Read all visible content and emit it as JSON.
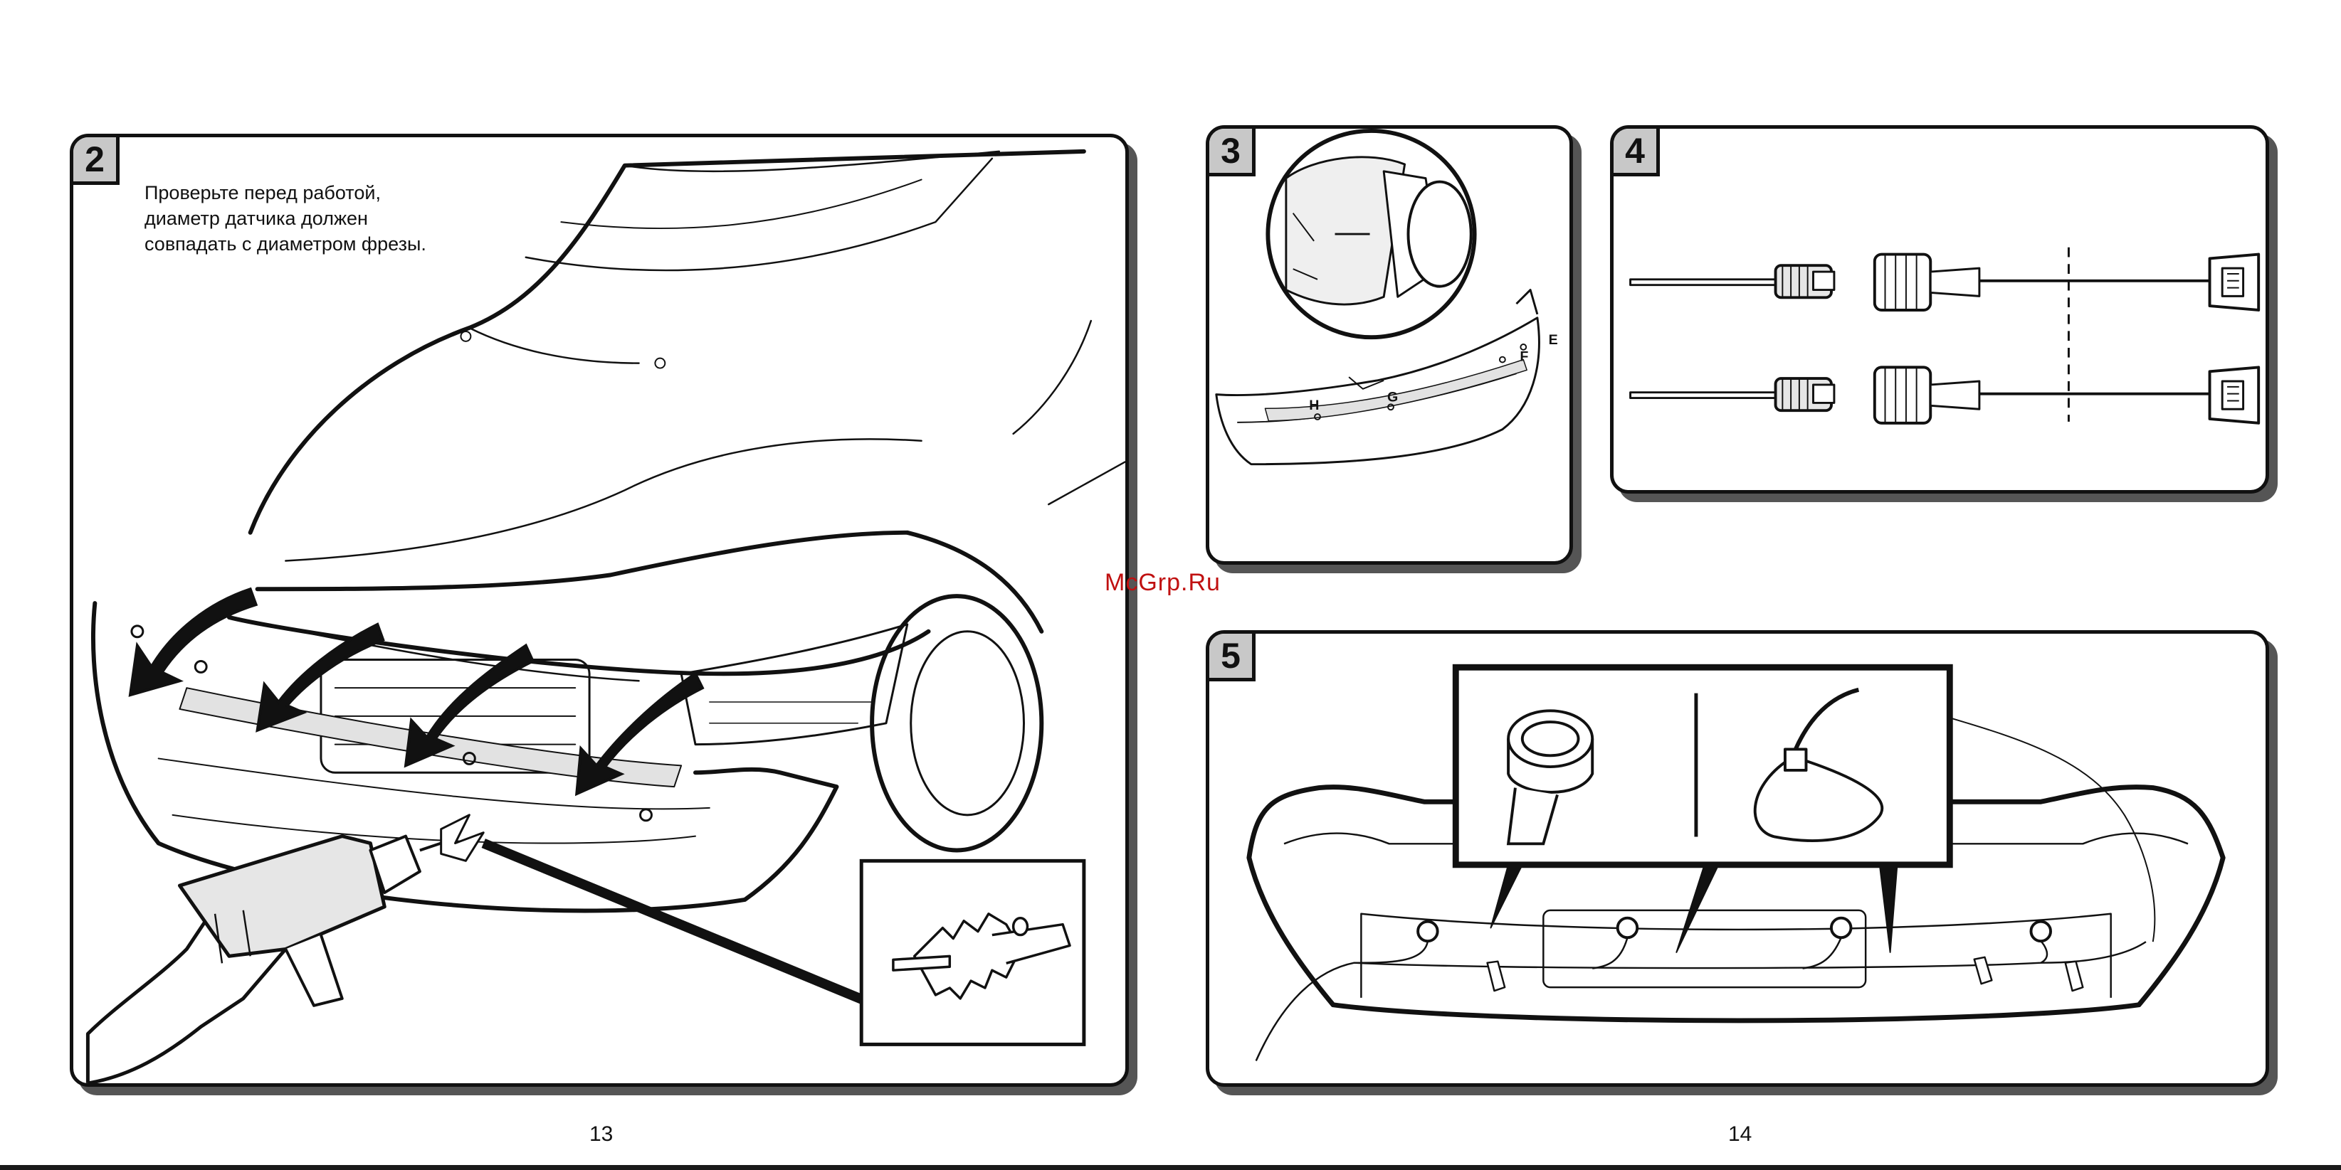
{
  "steps": [
    {
      "number": "2",
      "note": "Проверьте перед работой,\nдиаметр датчика должен\nсовпадать с диаметром фрезы."
    },
    {
      "number": "3",
      "sensor_labels": [
        "E",
        "F",
        "G",
        "H"
      ]
    },
    {
      "number": "4"
    },
    {
      "number": "5"
    }
  ],
  "watermark": "McGrp.Ru",
  "pages": {
    "left": "13",
    "right": "14"
  },
  "icons": {
    "step2": [
      "car-front-icon",
      "drill-icon",
      "hole-saw-icon",
      "arrow-icon"
    ],
    "step3": [
      "sensor-closeup-icon",
      "bumper-icon"
    ],
    "step4": [
      "sensor-cable-icon",
      "connector-icon"
    ],
    "step5": [
      "tape-roll-icon",
      "cable-tie-icon",
      "bumper-rear-icon"
    ]
  },
  "colors": {
    "badge": "#c8c8c8",
    "outline": "#111111",
    "shadow": "#555555",
    "watermark": "#c01010"
  }
}
